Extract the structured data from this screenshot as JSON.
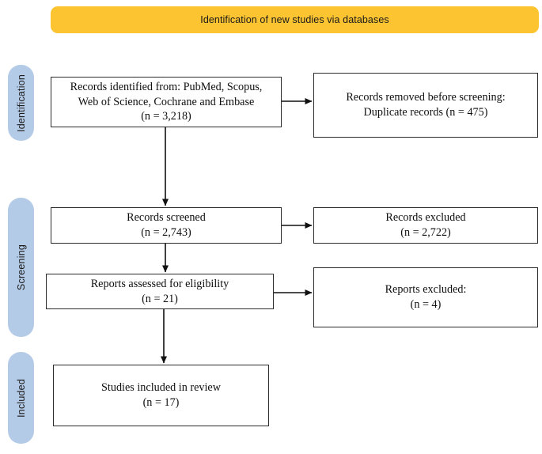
{
  "banner": {
    "label": "Identification of new studies via databases",
    "color": "#FDC431"
  },
  "stages": {
    "color": "#B4CBE8",
    "identification": "Identification",
    "screening": "Screening",
    "included": "Included"
  },
  "boxes": {
    "identified": "Records identified from: PubMed, Scopus,\nWeb of Science, Cochrane and Embase\n(n = 3,218)",
    "removed": "Records removed before screening:\nDuplicate records (n = 475)",
    "screened": "Records screened\n(n = 2,743)",
    "records_excluded": "Records excluded\n(n = 2,722)",
    "eligibility": "Reports assessed for eligibility\n(n = 21)",
    "reports_excluded": "Reports excluded:\n(n =  4)",
    "included": "Studies included in review\n(n = 17)"
  },
  "chart_data": {
    "type": "diagram",
    "title": "Identification of new studies via databases",
    "diagram_kind": "PRISMA flow diagram",
    "stages": [
      "Identification",
      "Screening",
      "Included"
    ],
    "nodes": [
      {
        "id": "identified",
        "stage": "Identification",
        "column": "left",
        "label": "Records identified from: PubMed, Scopus, Web of Science, Cochrane and Embase",
        "n": 3218
      },
      {
        "id": "removed",
        "stage": "Identification",
        "column": "right",
        "label": "Records removed before screening: Duplicate records",
        "n": 475
      },
      {
        "id": "screened",
        "stage": "Screening",
        "column": "left",
        "label": "Records screened",
        "n": 2743
      },
      {
        "id": "records_excluded",
        "stage": "Screening",
        "column": "right",
        "label": "Records excluded",
        "n": 2722
      },
      {
        "id": "eligibility",
        "stage": "Screening",
        "column": "left",
        "label": "Reports assessed for eligibility",
        "n": 21
      },
      {
        "id": "reports_excluded",
        "stage": "Screening",
        "column": "right",
        "label": "Reports excluded:",
        "n": 4
      },
      {
        "id": "included",
        "stage": "Included",
        "column": "left",
        "label": "Studies included in review",
        "n": 17
      }
    ],
    "edges": [
      {
        "from": "identified",
        "to": "removed",
        "direction": "horizontal"
      },
      {
        "from": "identified",
        "to": "screened",
        "direction": "vertical"
      },
      {
        "from": "screened",
        "to": "records_excluded",
        "direction": "horizontal"
      },
      {
        "from": "screened",
        "to": "eligibility",
        "direction": "vertical"
      },
      {
        "from": "eligibility",
        "to": "reports_excluded",
        "direction": "horizontal"
      },
      {
        "from": "eligibility",
        "to": "included",
        "direction": "vertical"
      }
    ]
  }
}
